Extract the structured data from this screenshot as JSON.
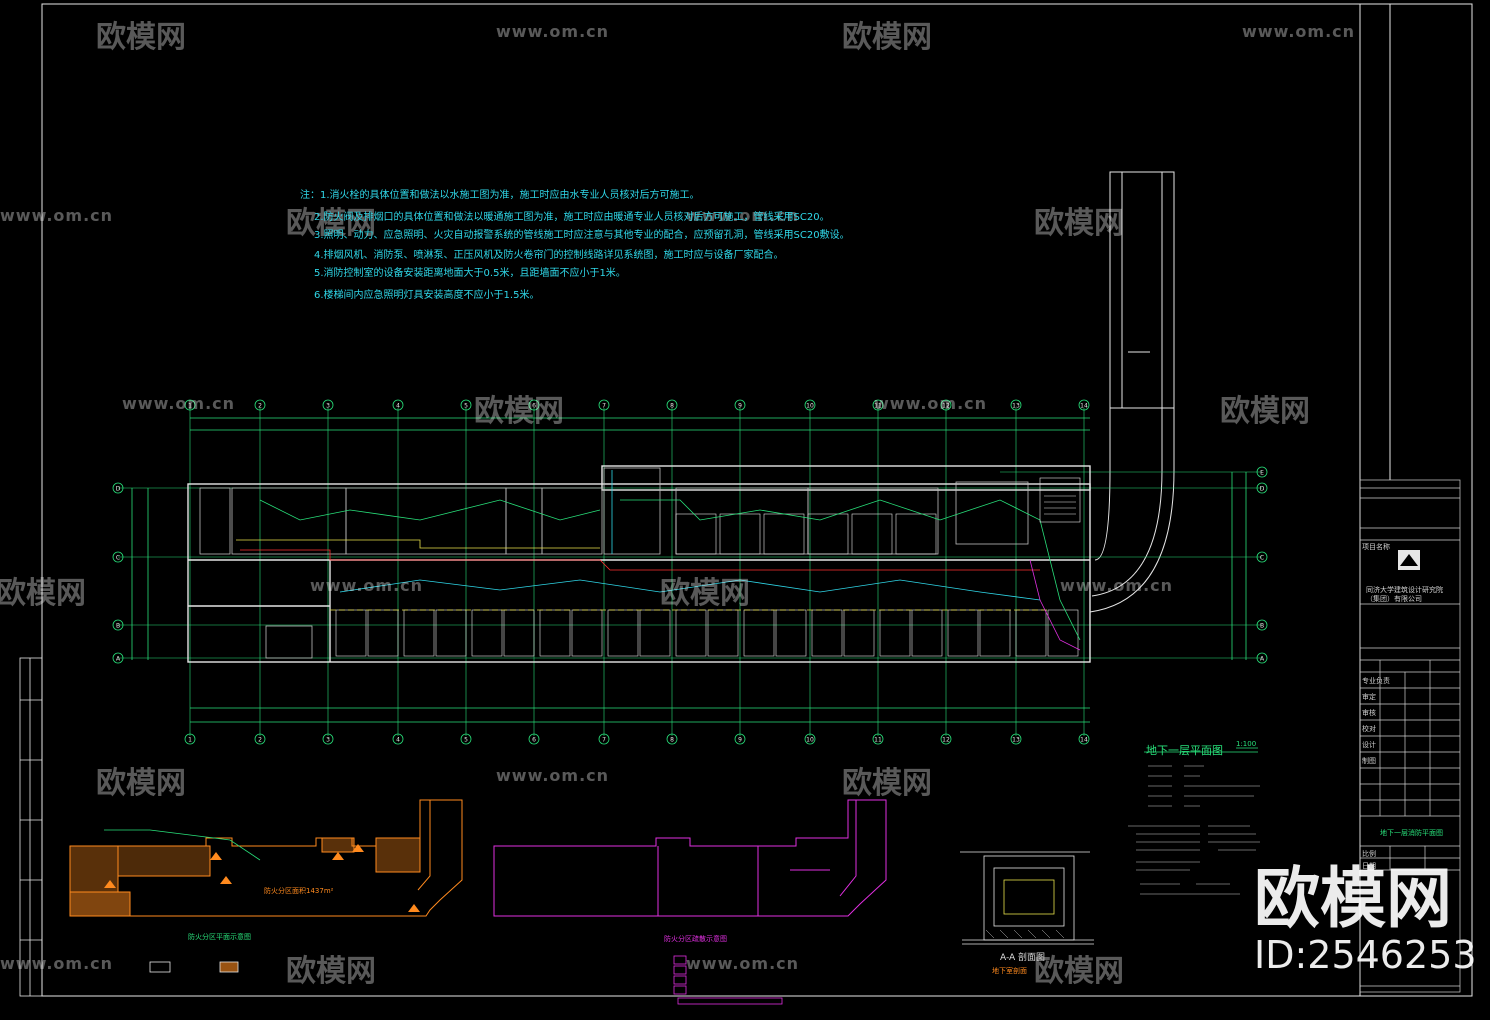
{
  "drawing": {
    "notes_header": "注：1.消火栓的具体位置和做法以水施工图为准，施工时应由水专业人员核对后方可施工。",
    "notes": [
      "2.防火阀及排烟口的具体位置和做法以暖通施工图为准，施工时应由暖通专业人员核对后方可施工，管线采用SC20。",
      "3.照明、动力、应急照明、火灾自动报警系统的管线施工时应注意与其他专业的配合，应预留孔洞，管线采用SC20敷设。",
      "4.排烟风机、消防泵、喷淋泵、正压风机及防火卷帘门的控制线路详见系统图，施工时应与设备厂家配合。",
      "5.消防控制室的设备安装距离地面大于0.5米，且距墙面不应小于1米。",
      "6.楼梯间内应急照明灯具安装高度不应小于1.5米。"
    ],
    "plan_title": "地下一层平面图",
    "plan_scale": "1:100",
    "section_title": "A-A 剖面图",
    "section_subtitle": "地下室剖面",
    "small_plan_1_title": "防火分区平面示意图",
    "small_plan_2_title": "防火分区疏散示意图",
    "small_plan_1_area": "防火分区面积1437m²",
    "grid_labels_top": [
      "1",
      "2",
      "3",
      "4",
      "5",
      "6",
      "7",
      "8",
      "9",
      "10",
      "11",
      "12",
      "13",
      "14"
    ],
    "grid_labels_side": [
      "D",
      "C",
      "B",
      "A"
    ],
    "grid_labels_right": [
      "E",
      "D",
      "C",
      "B",
      "A"
    ]
  },
  "title_block": {
    "institute_name": "同济大学建筑设计研究院（集团）有限公司",
    "project_label": "项目名称",
    "drawing_name": "地下一层消防平面图",
    "rows": [
      "专业负责",
      "审定",
      "审核",
      "校对",
      "设计",
      "制图",
      "比例",
      "日期"
    ]
  },
  "watermarks": {
    "logo_text": "欧模网",
    "url_text": "www.om.cn",
    "brand_big": "欧模网",
    "id_text": "ID:2546253"
  },
  "colors": {
    "green": "#28e07a",
    "cyan": "#2fd7e8",
    "orange": "#ff8a1e",
    "magenta": "#e02fe0",
    "white": "#e6e6e6",
    "yellow": "#e8e04a",
    "red": "#ff3030"
  }
}
